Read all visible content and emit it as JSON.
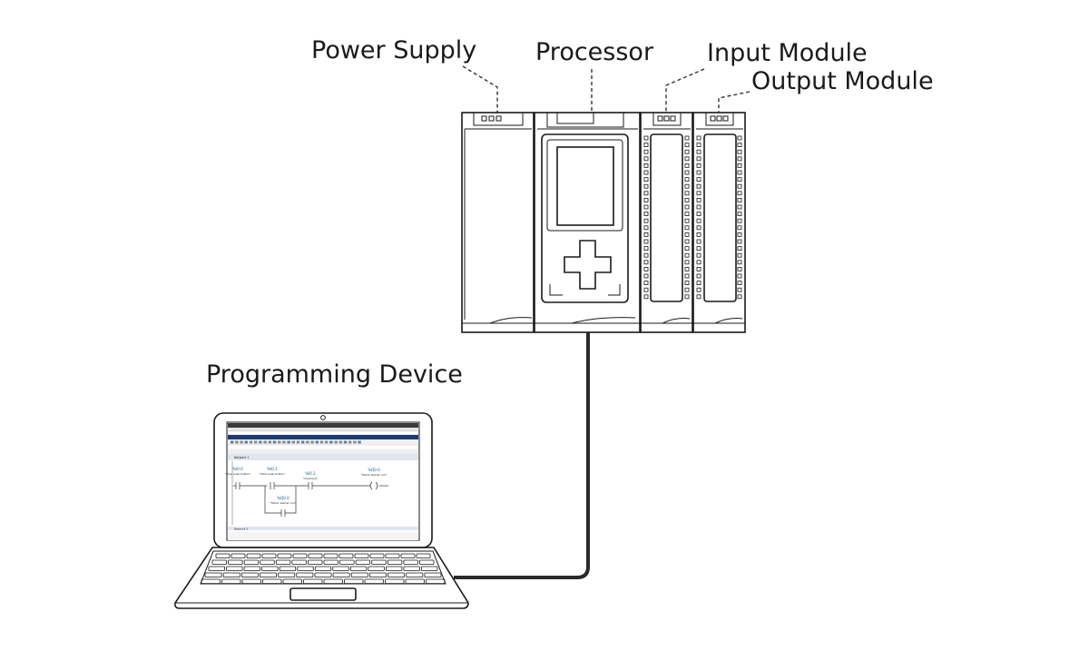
{
  "labels": {
    "power_supply": "Power Supply",
    "processor": "Processor",
    "input_module": "Input Module",
    "output_module": "Output Module",
    "programming_device": "Programming Device"
  },
  "laptop_screen": {
    "contacts": [
      {
        "address": "%I0.0",
        "name": "\"Stop push button\""
      },
      {
        "address": "%I0.1",
        "name": "\"Start push button\""
      },
      {
        "address": "%I0.2",
        "name": "\"Overload\""
      }
    ],
    "coil": {
      "address": "%Q0.0",
      "name": "\"Motor starter coil\""
    },
    "seal_in": {
      "address": "%Q0.0",
      "name": "\"Motor starter coil\""
    },
    "network_1": "Network 1",
    "network_2": "Network 2"
  },
  "colors": {
    "line": "#1a1a1a",
    "cable": "#2a2a2a",
    "screen_accent": "#0a5a8a"
  }
}
